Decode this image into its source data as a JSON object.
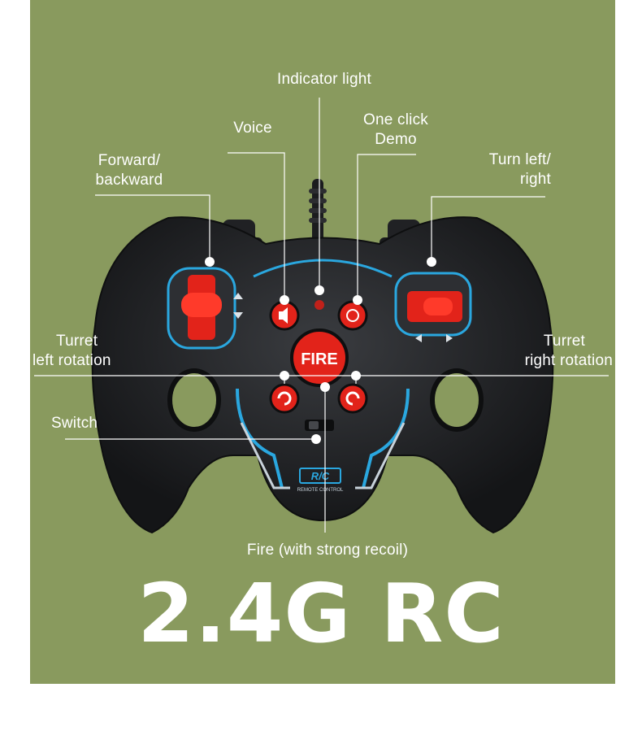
{
  "callouts": {
    "indicator": [
      "Indicator light"
    ],
    "voice": [
      "Voice"
    ],
    "demo": [
      "One click",
      "Demo"
    ],
    "forward": [
      "Forward/",
      "backward"
    ],
    "turn": [
      "Turn left/",
      "right"
    ],
    "turret_left": [
      "Turret",
      "left rotation"
    ],
    "turret_right": [
      "Turret",
      "right rotation"
    ],
    "switch": [
      "Switch"
    ],
    "fire_recoil": [
      "Fire (with strong recoil)"
    ]
  },
  "controller": {
    "fire_label": "FIRE",
    "badge": "R/C",
    "badge_sub": "REMOTE CONTROL"
  },
  "title": "2.4G RC",
  "colors": {
    "background": "#899a5e",
    "body": "#1f2023",
    "accent_red": "#e2231a",
    "accent_blue": "#2aa7df"
  }
}
